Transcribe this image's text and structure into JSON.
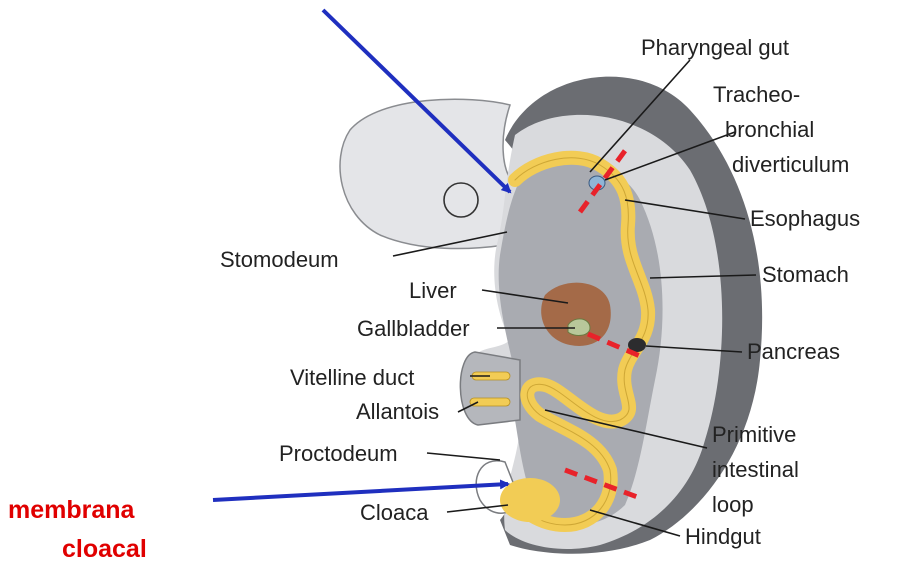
{
  "labels": {
    "pharyngeal_gut": "Pharyngeal gut",
    "tracheo_1": "Tracheo-",
    "tracheo_2": "bronchial",
    "tracheo_3": "diverticulum",
    "esophagus": "Esophagus",
    "stomach": "Stomach",
    "pancreas": "Pancreas",
    "primitive_1": "Primitive",
    "primitive_2": "intestinal",
    "primitive_3": "loop",
    "hindgut": "Hindgut",
    "stomodeum": "Stomodeum",
    "liver": "Liver",
    "gallbladder": "Gallbladder",
    "vitelline_duct": "Vitelline duct",
    "allantois": "Allantois",
    "proctodeum": "Proctodeum",
    "cloaca": "Cloaca"
  },
  "annotation": {
    "line1": "membrana",
    "line2": "cloacal"
  },
  "colors": {
    "arrow": "#1f2fbf",
    "annotation_text": "#e00000",
    "dashed_marker": "#e8222a",
    "gut_tube": "#f2cc55",
    "liver": "#a46a48",
    "outer_body": "#6b6d72",
    "inner_body": "#d9dadd",
    "gut_region": "#a9abb1"
  }
}
